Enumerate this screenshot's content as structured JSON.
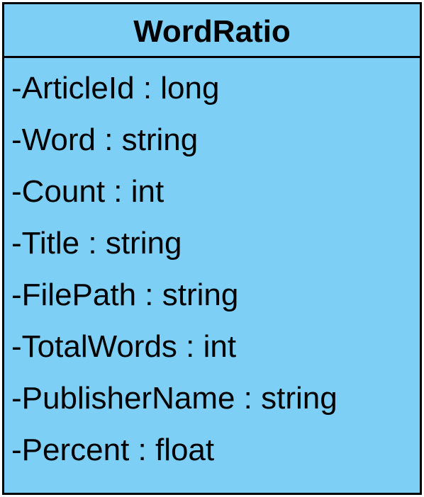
{
  "class": {
    "name": "WordRatio",
    "fill_color": "#7dcff5",
    "border_color": "#000000",
    "attributes": [
      "-ArticleId : long",
      "-Word : string",
      "-Count : int",
      "-Title : string",
      "-FilePath : string",
      "-TotalWords : int",
      "-PublisherName : string",
      "-Percent : float"
    ]
  }
}
